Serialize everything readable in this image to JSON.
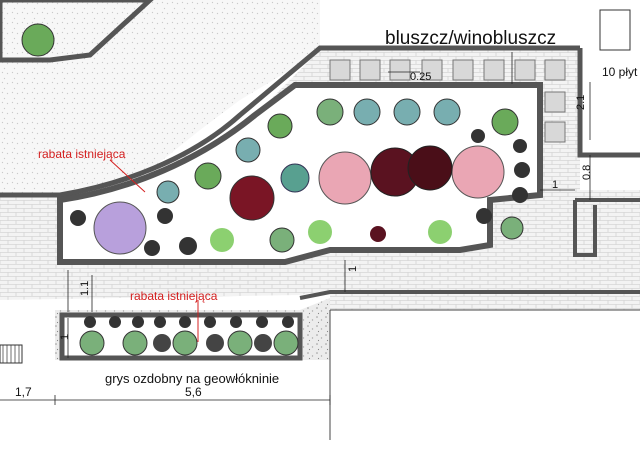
{
  "labels": {
    "climber": "bluszcz/winobluszcz",
    "existing_bed_1": "rabata istniejąca",
    "existing_bed_2": "rabata istniejąca",
    "gravel": "grys ozdobny na geowłókninie",
    "slabs": "10 płyt"
  },
  "dimensions": {
    "slab_gap": "0.25",
    "height_right": "2.1",
    "gap_right": "0.8",
    "path_width_right": "1",
    "path_width_center": "1",
    "path_width_left": "1.1",
    "bed_depth": "1",
    "bottom_left": "1,7",
    "bottom_main": "5,6"
  },
  "colors": {
    "wall": "#555555",
    "paving": "#f2f2f2",
    "gravel": "#e9e9e9",
    "leader": "#d42020",
    "plant_pink": "#e8a0b0",
    "plant_purple": "#b098d8",
    "plant_dark_red": "#6a1020",
    "plant_green": "#66aa55",
    "plant_blue_green": "#6aa6a6"
  }
}
